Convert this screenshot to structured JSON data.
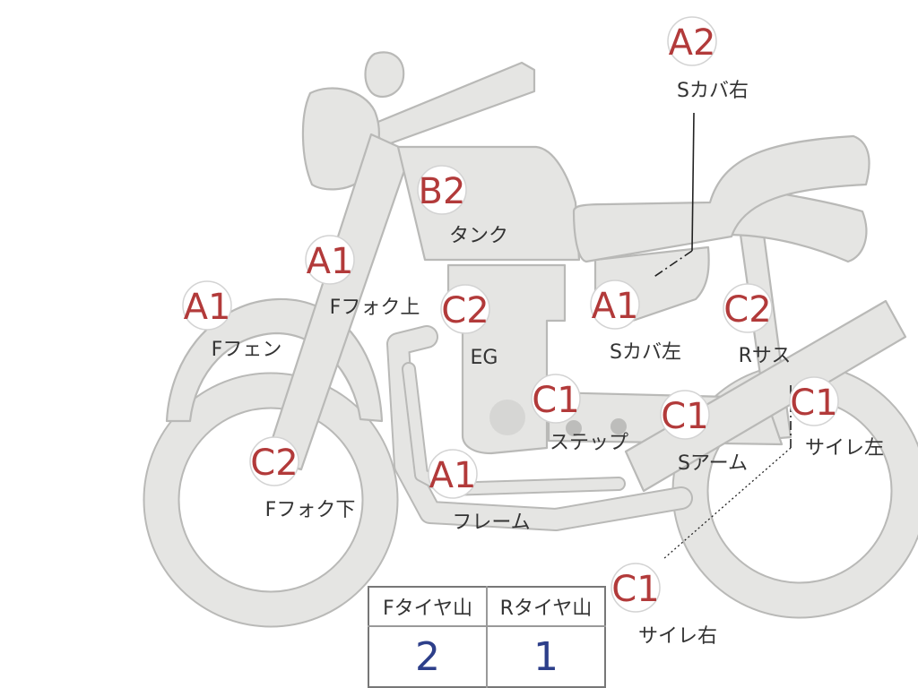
{
  "parts": [
    {
      "key": "s-cover-right",
      "grade": "A2",
      "label": "Sカバ右"
    },
    {
      "key": "tank",
      "grade": "B2",
      "label": "タンク"
    },
    {
      "key": "f-fork-upper",
      "grade": "A1",
      "label": "Fフォク上"
    },
    {
      "key": "f-fender",
      "grade": "A1",
      "label": "Fフェン"
    },
    {
      "key": "engine",
      "grade": "C2",
      "label": "EG"
    },
    {
      "key": "s-cover-left",
      "grade": "A1",
      "label": "Sカバ左"
    },
    {
      "key": "r-suspension",
      "grade": "C2",
      "label": "Rサス"
    },
    {
      "key": "step",
      "grade": "C1",
      "label": "ステップ"
    },
    {
      "key": "swing-arm",
      "grade": "C1",
      "label": "Sアーム"
    },
    {
      "key": "muffler-left",
      "grade": "C1",
      "label": "サイレ左"
    },
    {
      "key": "f-fork-lower",
      "grade": "C2",
      "label": "Fフォク下"
    },
    {
      "key": "frame",
      "grade": "A1",
      "label": "フレーム"
    },
    {
      "key": "muffler-right",
      "grade": "C1",
      "label": "サイレ右"
    }
  ],
  "tire_table": {
    "headers": [
      "Fタイヤ山",
      "Rタイヤ山"
    ],
    "values": [
      "2",
      "1"
    ]
  },
  "colors": {
    "grade_text": "#b23a3a",
    "tire_value_text": "#2d3f8a",
    "bike_fill": "#e5e5e3",
    "bike_outline": "#b9b9b7"
  }
}
